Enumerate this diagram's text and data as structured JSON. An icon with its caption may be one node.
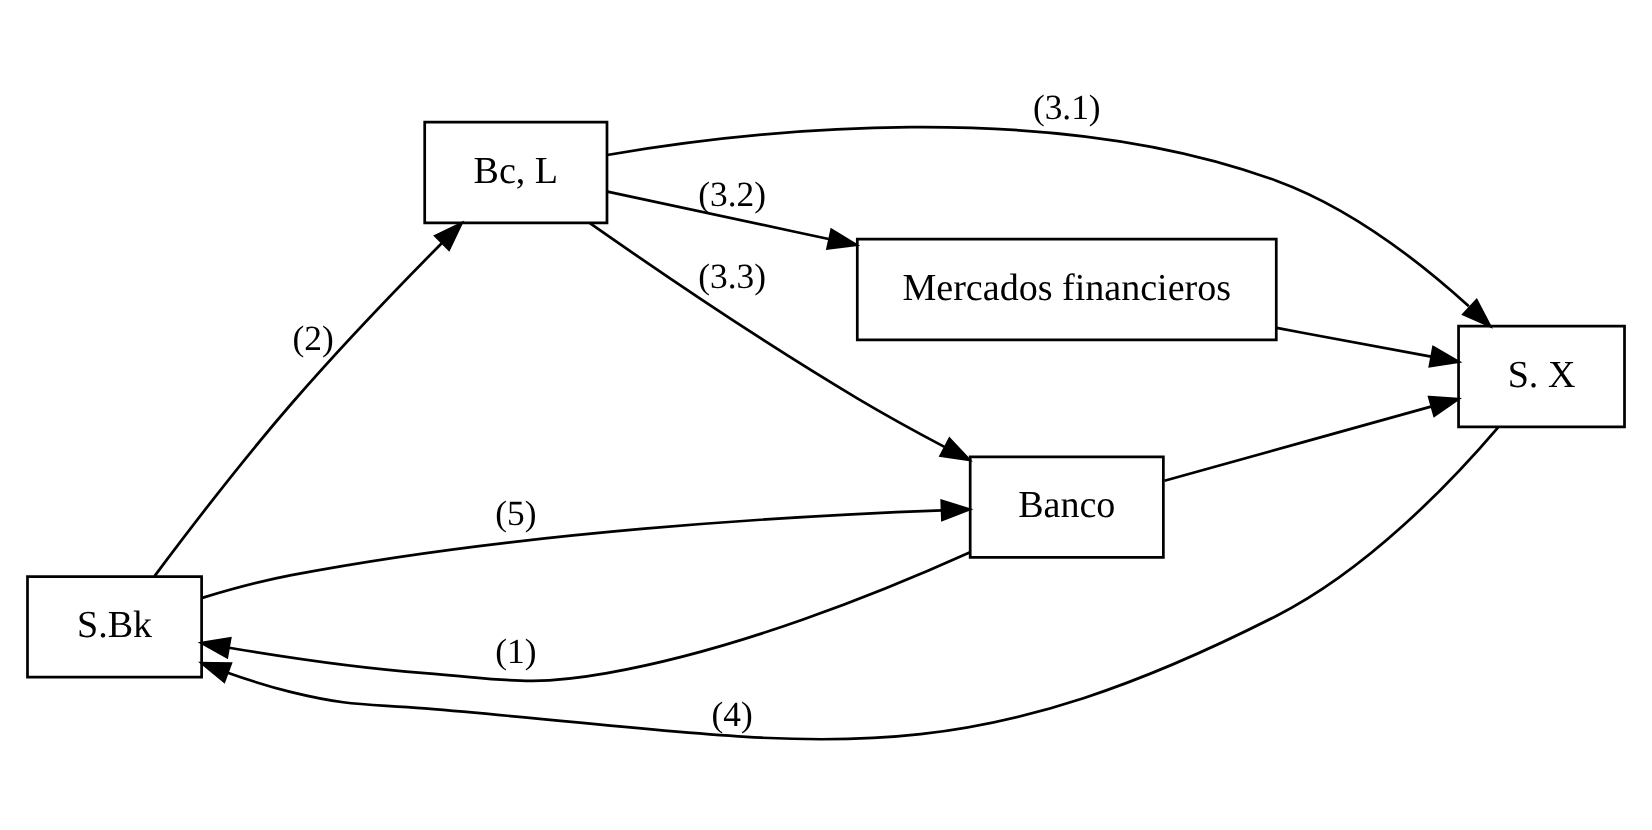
{
  "diagram": {
    "nodes": [
      {
        "text": [
          "S.Bk"
        ]
      },
      {
        "text": [
          "Bc, L"
        ]
      },
      {
        "text": [
          "Banco"
        ]
      },
      {
        "text": [
          "S. X"
        ]
      },
      {
        "text": [
          "Mercados financieros"
        ]
      }
    ],
    "edges": [
      {
        "from": 2,
        "to": 0,
        "arrow": "to",
        "label": "(1)"
      },
      {
        "from": 0,
        "to": 1,
        "arrow": "to",
        "label": "(2)"
      },
      {
        "from": 1,
        "to": 2,
        "arrow": "to",
        "label": "(3.3)"
      },
      {
        "from": 1,
        "to": 3,
        "arrow": "to",
        "label": "(3.1)"
      },
      {
        "from": 1,
        "to": 4,
        "arrow": "to",
        "label": "(3.2)"
      },
      {
        "from": 3,
        "to": 0,
        "arrow": "to",
        "label": "(4)"
      },
      {
        "from": 0,
        "to": 2,
        "arrow": "to",
        "label": "(5)"
      },
      {
        "from": 2,
        "to": 3,
        "arrow": "to"
      },
      {
        "from": 4,
        "to": 3,
        "arrow": "to"
      }
    ]
  }
}
